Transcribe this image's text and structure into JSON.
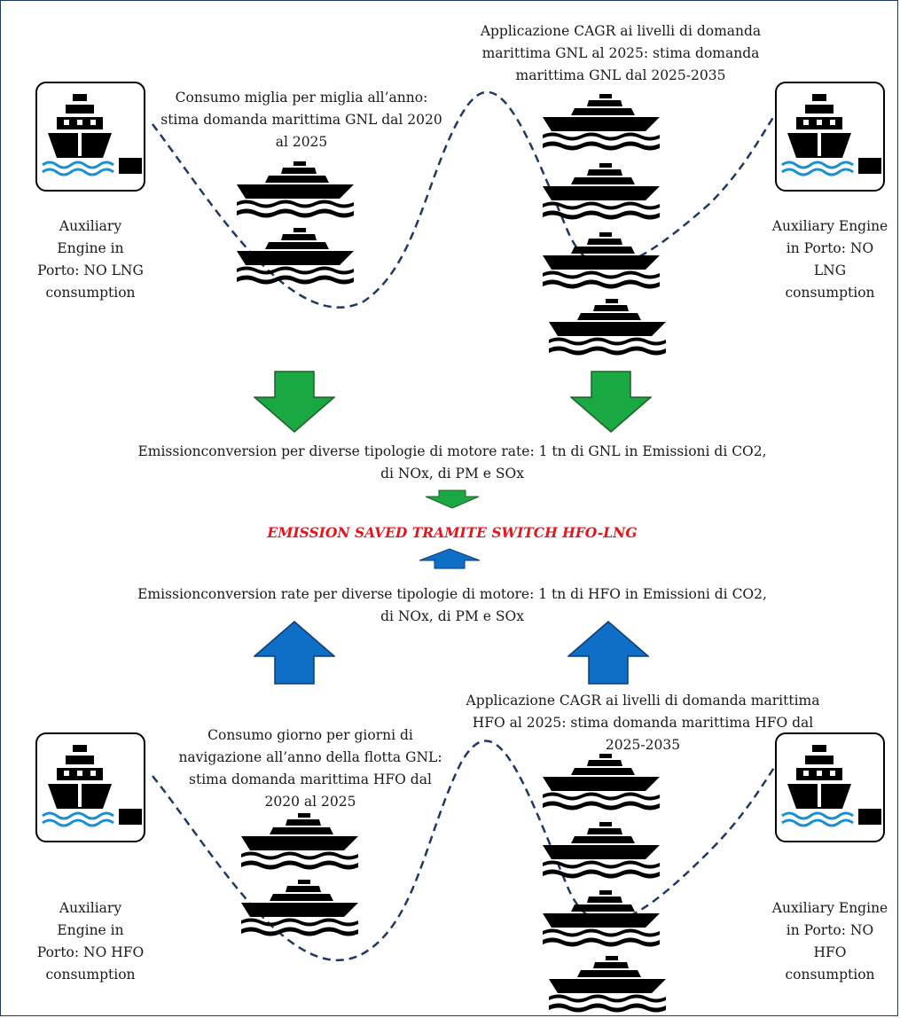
{
  "top": {
    "left_caption": "Consumo miglia per miglia all’anno: stima domanda marittima GNL dal 2020 al 2025",
    "right_caption": "Applicazione CAGR ai livelli di domanda marittima GNL al 2025: stima domanda marittima GNL dal 2025-2035",
    "port_left_label": "Auxiliary Engine in Porto: NO LNG consumption",
    "port_right_label": "Auxiliary Engine in Porto: NO LNG consumption"
  },
  "middle": {
    "lng_conversion": "Emissionconversion per diverse tipologie di motore rate: 1 tn di GNL in Emissioni di CO2, di NOx, di PM e SOx",
    "result": "EMISSION SAVED TRAMITE SWITCH HFO-LNG",
    "hfo_conversion": "Emissionconversion rate per diverse tipologie di motore: 1 tn di HFO in Emissioni di CO2, di NOx, di PM e SOx"
  },
  "bottom": {
    "left_caption": "Consumo giorno per giorni di navigazione all’anno della flotta GNL: stima domanda marittima HFO dal 2020 al 2025",
    "right_caption": "Applicazione CAGR ai livelli di domanda marittima HFO al 2025: stima domanda marittima HFO dal 2025-2035",
    "port_left_label": "Auxiliary Engine in Porto: NO HFO consumption",
    "port_right_label": "Auxiliary Engine in Porto: NO HFO consumption"
  },
  "colors": {
    "green_arrow": "#1aa843",
    "blue_arrow": "#0f6fc6",
    "result_text": "#e8141b",
    "dashed_path": "#1f3864"
  },
  "icons": {
    "port": "port-ship-icon",
    "ship": "ship-icon"
  }
}
